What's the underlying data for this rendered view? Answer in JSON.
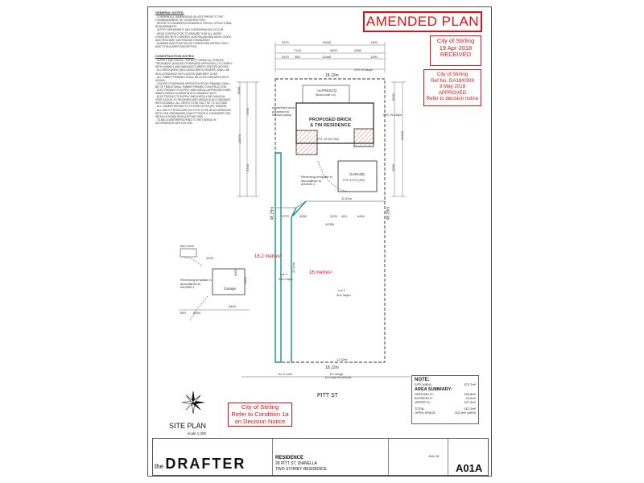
{
  "notes": {
    "general_heading": "GENERAL NOTES:",
    "general_body": "- CONFIRM ALL DIMENSIONS ON SITE PRIOR TO THE COMMENCEMENT OF CONSTRUCTION\n- REFER TO ENGINEERS DRAWINGS FOR ALL STRUCTURAL REQUIREMENTS\n- NOTIFY DESIGNER IF ANY DISCREPANCIES OCCUR\n- HEAD CONTRACTOR TO ENSURE THAT ALL WORK COMPLIES WITH CURRENT AUSTRALIAN BUILDING CODES AND RELEVANT AUSTRALIAN STANDARDS\n- NUMBER AND POSITION OF DOWNPIPES APPROX ONLY AND TO BUILDERS DISCRETION",
    "construction_heading": "CONSTRUCTION NOTES:",
    "construction_body": "- SUPPLY AND INSTALL TERMITE CHEMICAL TERMITE TREATMENT (UNLESS OTHERWISE APPROVED) TO COMPLY WITH AS3660.1 AND MANUFACTURER'S SPECIFICATIONS\n- ALL BRICKWORK (INCLUDING BRICK VENEER) SHALL BE IN ACCORDANCE WITH AS3700 MASONRY CODE\n- ALL TIMBER FRAMING SHALL BE IN ACCORDANCE WITH AS1684\n- UNLESS OTHERWISE APPROVED ROOF FRAMING SHALL BE OF TRADITIONAL TIMBER FRAMED CONSTRUCTION\n- ELECTRICIAN TO SUPPLY AND INSTALL APPROVED HARD WIRED SMOKE ALARMS IN ACCORDANCE WITH\n- ELECTRICIAN TO SUPPLY AND INSTALL MECHANICAL VENTILATION TO REQUIRED WET AREAS IN ACCORDANCE WITH AS1668.1. ALL VENTS TO BE DUCTED TO OUTSIDE\n- ALL CAMMETHROWN TO FUTURE DETAIL (BY OWNER)\n- ALL GAS FITTINGS AND OUTLETS TO BE IN ACCORDANCE WITH GAS STANDARDS (GAS FITTINGS & CONSUMER GAS INSTALLATIONS) REGULATIONS 1999\n- TILING & WATERPROOFING TO WET AREAS IN ACCORDANCE WITH AS 3740"
  },
  "stamps": {
    "amended": "AMENDED PLAN",
    "received": [
      "City of Stirling",
      "19 Apr 2018",
      "RECEIVED"
    ],
    "approved": [
      "City of Stirling",
      "Ref No. DA18/0309",
      "3 May 2018",
      "APPROVED",
      "Refer to decision notice"
    ],
    "condition": [
      "City of Stirling",
      "Refer to Condition 1a",
      "on Decision Notice"
    ]
  },
  "plan": {
    "dims_top": [
      "2570",
      "13050",
      "1300"
    ],
    "dims_top2": [
      "7140",
      "4400",
      "4460"
    ],
    "dims_top3": [
      "2570",
      "350",
      "13460",
      "1300"
    ],
    "width_top": "18.12m",
    "width_bottom": "18.12m",
    "boundary_top": "O/S 29.8sqm",
    "boundary_right": "O/S 76.2sqm",
    "alfresco": "ALFRESCO",
    "alfresco_sub": "(Beam-under Lin)",
    "residence": "PROPOSED BRICK\n& TIN RESIDENCE",
    "ffl_residence": "FFL 15.60 (Sd)",
    "garage": "GARAGE",
    "ffl_garage": "FFL 5.974 (Sd)",
    "driveway_note_1": "Reversing template in accordance to AS2890.1",
    "adv_note": "Advertised area proposed to council policy",
    "lot1_label": "Lot 1",
    "lot1_area": "401.3sqm",
    "lot2_label": "Lot 2",
    "lot2_area": "463.7sqm",
    "depth_left": "48.29m",
    "depth_right": "48.29m",
    "access_left": "18.2 metres²",
    "access_right": "16 metres²",
    "dim_mid_1": "3770",
    "dim_mid_2": "5050",
    "dim_mid_3": "3220",
    "dim_mid_4": "400",
    "dim_mid_5": "6450",
    "dim_mid_total": "14350",
    "dim_mid_width": "11.81m",
    "dim_bottom": "12.62m",
    "x_over": "Ex X-over",
    "verge": "Ex Verge",
    "verge_sub": "(no verge tree present)",
    "street": "PITT ST",
    "left_dims_1": "5640",
    "left_dims_2": "10970",
    "left_dims_3": "4700",
    "left_dims_4": "3740",
    "right_dims_1": "6930",
    "right_dims_2": "10420",
    "right_dims_3": "3060",
    "depth_mid": "22.51m"
  },
  "detail": {
    "d1": "550",
    "d2": "2000",
    "d3": "2000",
    "d4": "5000",
    "garage_label": "Garage",
    "reversing_note": "Reversing template in accordance to AS2890.1",
    "d5": "550",
    "d6": "6000",
    "d7": "6400",
    "d8": "5400"
  },
  "site_title": "SITE PLAN",
  "site_scale": "scale 1:200",
  "summary": {
    "note_heading": "NOTE:",
    "site_area_label": "SITE AREA:",
    "site_area_value": "473.7m²",
    "area_heading": "AREA SUMMARY:",
    "rows": [
      {
        "label": "GROUND FL:",
        "value": "160.8m²"
      },
      {
        "label": "ALFRESCO:",
        "value": "24.0m²"
      },
      {
        "label": "UPPER FL:",
        "value": "127.4m²"
      }
    ],
    "total_label": "TOTAL:",
    "total_value": "312.2m²",
    "open_label": "OPEN SPACE:",
    "open_value": "312.0m² (66%)"
  },
  "title_block": {
    "logo_prefix": "the",
    "logo_name": "DRAFTER",
    "project": "RESIDENCE",
    "address": "28 PITT ST, DIANELLA",
    "description": "TWO STOREY RESIDENCE",
    "sheet": "A01A",
    "date": "JAN 18"
  },
  "colors": {
    "stamp_red": "#dd1111",
    "lot_teal": "#1a8f8a",
    "hatch_red": "#cc2222"
  }
}
